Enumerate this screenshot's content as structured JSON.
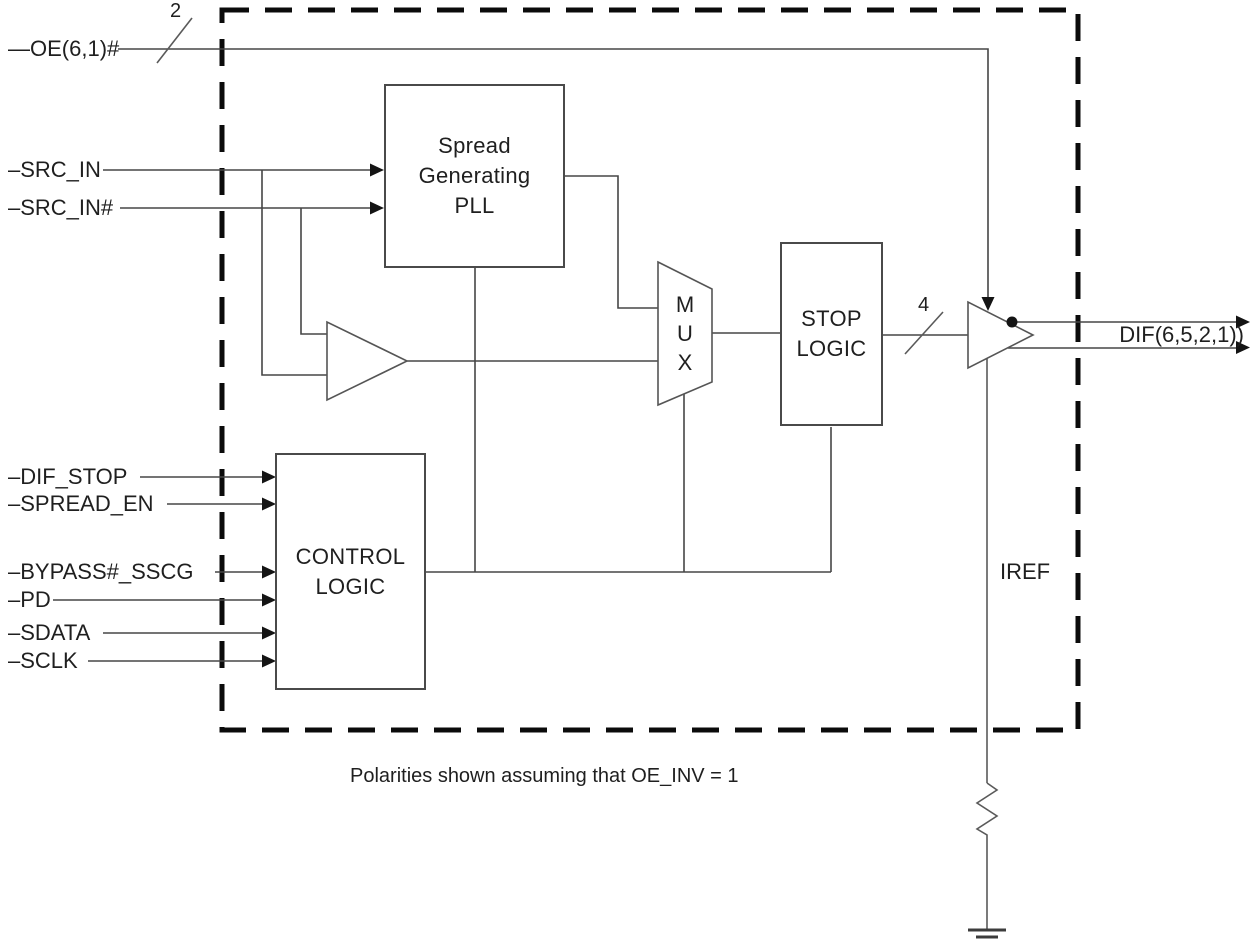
{
  "caption": "Polarities shown assuming that OE_INV = 1",
  "signals": {
    "oe": "—OE(6,1)#",
    "src_in": "–SRC_IN",
    "src_in_hash": "–SRC_IN#",
    "dif_stop": "–DIF_STOP",
    "spread_en": "–SPREAD_EN",
    "bypass_sscg": "–BYPASS#_SSCG",
    "pd": "–PD",
    "sdata": "–SDATA",
    "sclk": "–SCLK"
  },
  "bus_widths": {
    "oe_bus": "2",
    "dif_bus": "4"
  },
  "blocks": {
    "pll": "Spread Generating PLL",
    "control": "CONTROL LOGIC",
    "stop": "STOP LOGIC",
    "mux_letters": [
      "M",
      "U",
      "X"
    ]
  },
  "outputs": {
    "dif": "DIF(6,5,2,1))"
  },
  "labels": {
    "iref": "IREF"
  },
  "colors": {
    "wire": "#464646",
    "boundary_dash": "#0b0b0b",
    "text": "#1f1f1f",
    "background": "#ffffff"
  }
}
